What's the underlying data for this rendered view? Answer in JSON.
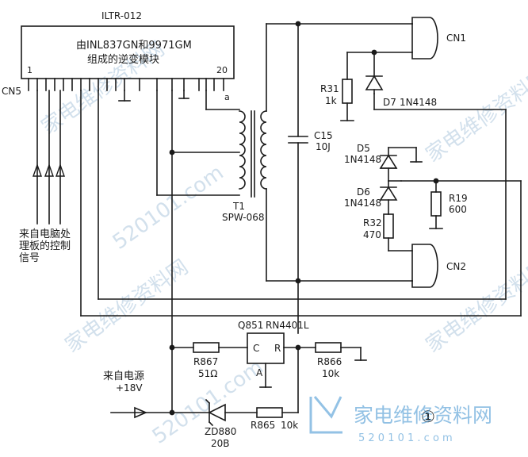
{
  "module": {
    "title": "ILTR-012",
    "desc_line1": "由INL837GN和9971GM",
    "desc_line2": "组成的逆变模块",
    "pin_first": "1",
    "pin_last": "20",
    "pin_mark": "a"
  },
  "connectors": {
    "cn5": "CN5",
    "cn1": "CN1",
    "cn2": "CN2"
  },
  "control_source": {
    "line1": "来自电脑处",
    "line2": "理板的控制",
    "line3": "信号"
  },
  "transformer": {
    "ref": "T1",
    "part": "SPW-068"
  },
  "components": {
    "c15": {
      "ref": "C15",
      "value": "10J"
    },
    "r31": {
      "ref": "R31",
      "value": "1k"
    },
    "d7": {
      "ref": "D7",
      "value": "1N4148"
    },
    "d5": {
      "ref": "D5",
      "value": "1N4148"
    },
    "d6": {
      "ref": "D6",
      "value": "1N4148"
    },
    "r19": {
      "ref": "R19",
      "value": "600"
    },
    "r32": {
      "ref": "R32",
      "value": "470"
    },
    "q851": {
      "ref": "Q851",
      "part": "RN4401L",
      "pin_c": "C",
      "pin_r": "R",
      "pin_a": "A"
    },
    "r867": {
      "ref": "R867",
      "value": "51Ω"
    },
    "r866": {
      "ref": "R866",
      "value": "10k"
    },
    "zd880": {
      "ref": "ZD880",
      "value": "20B"
    },
    "r865": {
      "ref": "R865",
      "value": "10k"
    }
  },
  "power_source": {
    "line1": "来自电源",
    "line2": "+18V"
  },
  "figure_number": "①",
  "watermark": {
    "brand": "家电维修资料网",
    "url": "5 2 0 1 0 1 . c o m",
    "diag_text": "家电维修资料网",
    "diag_url": "520101.com"
  },
  "colors": {
    "ink": "#1a1a1a",
    "watermark": "#3a8fcf"
  }
}
